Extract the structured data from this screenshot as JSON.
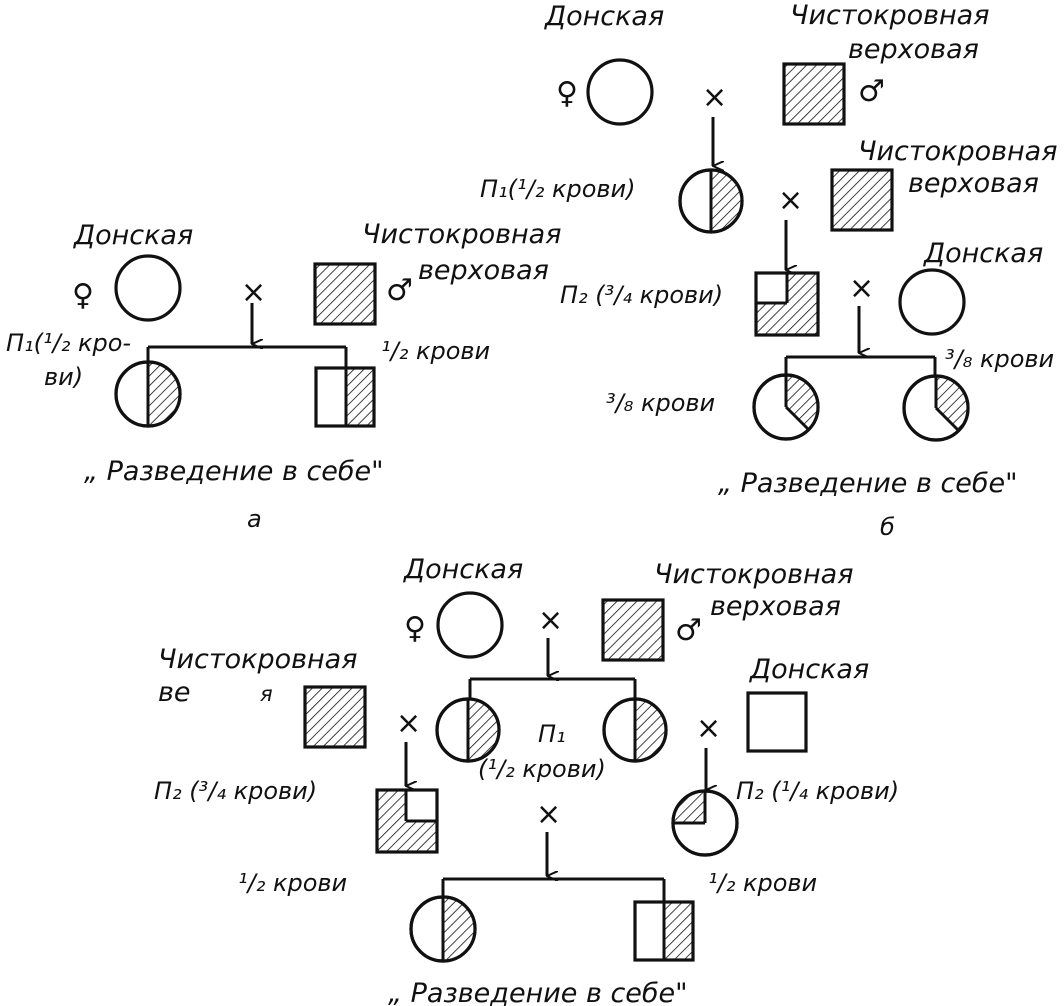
{
  "diagram_a": {
    "dam_breed": "Донская",
    "sire_breed": "Чистокровная",
    "sire_breed_2": "верховая",
    "female_symbol": "♀",
    "male_symbol": "♂",
    "cross": "×",
    "f1_left_1": "П₁(¹/₂ кро-",
    "f1_left_2": "ви)",
    "f1_right": "¹/₂ крови",
    "caption": "„ Разведение в себе\"",
    "panel_letter": "а"
  },
  "diagram_b": {
    "dam_breed": "Донская",
    "sire_breed": "Чистокровная",
    "sire_breed_2": "верховая",
    "female_symbol": "♀",
    "male_symbol": "♂",
    "cross": "×",
    "f1_label": "П₁(¹/₂ крови)",
    "sire2_breed": "Чистокровная",
    "sire2_breed_2": "верховая",
    "cross2": "×",
    "f2_label": "П₂ (³/₄ крови)",
    "dam2_breed": "Донская",
    "cross3": "×",
    "off_left": "³/₈ крови",
    "off_right": "³/₈ крови",
    "caption": "„ Разведение в себе\"",
    "panel_letter": "б"
  },
  "diagram_c": {
    "dam_breed": "Донская",
    "sire_breed": "Чистокровная",
    "sire_breed_2": "верховая",
    "female_symbol": "♀",
    "male_symbol": "♂",
    "cross_top": "×",
    "left_sire_1": "Чистокровная",
    "left_sire_2a": "ве",
    "left_sire_2b": "я",
    "cross_left": "×",
    "f1_label": "П₁",
    "f1_label_2": "(¹/₂ крови)",
    "right_dam": "Донская",
    "cross_right": "×",
    "f2_left": "П₂ (³/₄ крови)",
    "f2_right": "П₂ (¹/₄ крови)",
    "cross_bottom": "×",
    "off_left": "¹/₂ крови",
    "off_right": "¹/₂ крови",
    "caption": "„ Разведение в себе\""
  }
}
